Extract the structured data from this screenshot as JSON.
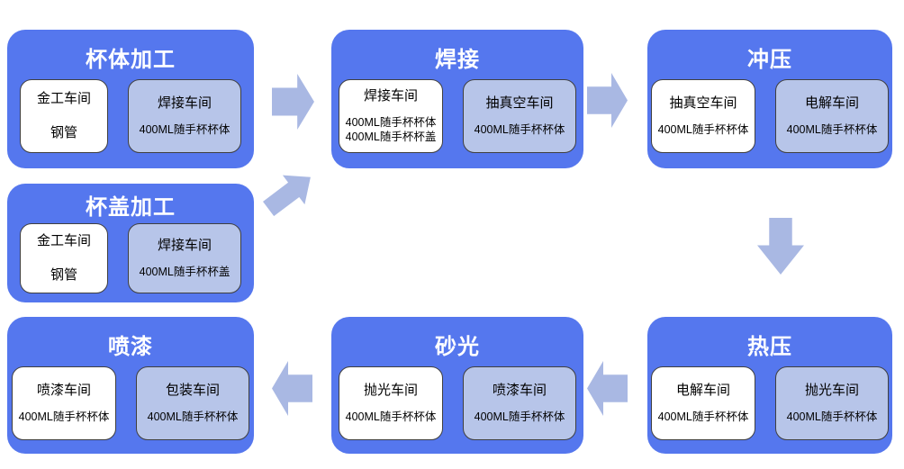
{
  "colors": {
    "node_fill": "#5577ee",
    "card_white_fill": "#ffffff",
    "card_light_fill": "#b7c5e9",
    "card_border": "#3f3f3f",
    "arrow_fill": "#a9b8e3",
    "title_color": "#ffffff",
    "text_color": "#000000"
  },
  "nodes": [
    {
      "id": "cup-body-processing",
      "title": "杯体加工",
      "cards": [
        {
          "title": "金工车间",
          "lines": [
            "钢管"
          ]
        },
        {
          "title": "焊接车间",
          "lines": [
            "400ML随手杯杯体"
          ]
        }
      ]
    },
    {
      "id": "welding",
      "title": "焊接",
      "cards": [
        {
          "title": "焊接车间",
          "lines": [
            "400ML随手杯杯体",
            "400ML随手杯杯盖"
          ]
        },
        {
          "title": "抽真空车间",
          "lines": [
            "400ML随手杯杯体"
          ]
        }
      ]
    },
    {
      "id": "stamping",
      "title": "冲压",
      "cards": [
        {
          "title": "抽真空车间",
          "lines": [
            "400ML随手杯杯体"
          ]
        },
        {
          "title": "电解车间",
          "lines": [
            "400ML随手杯杯体"
          ]
        }
      ]
    },
    {
      "id": "cup-lid-processing",
      "title": "杯盖加工",
      "cards": [
        {
          "title": "金工车间",
          "lines": [
            "钢管"
          ]
        },
        {
          "title": "焊接车间",
          "lines": [
            "400ML随手杯杯盖"
          ]
        }
      ]
    },
    {
      "id": "spray-painting",
      "title": "喷漆",
      "cards": [
        {
          "title": "喷漆车间",
          "lines": [
            "400ML随手杯杯体"
          ]
        },
        {
          "title": "包装车间",
          "lines": [
            "400ML随手杯杯体"
          ]
        }
      ]
    },
    {
      "id": "sanding",
      "title": "砂光",
      "cards": [
        {
          "title": "抛光车间",
          "lines": [
            "400ML随手杯杯体"
          ]
        },
        {
          "title": "喷漆车间",
          "lines": [
            "400ML随手杯杯体"
          ]
        }
      ]
    },
    {
      "id": "hot-pressing",
      "title": "热压",
      "cards": [
        {
          "title": "电解车间",
          "lines": [
            "400ML随手杯杯体"
          ]
        },
        {
          "title": "抛光车间",
          "lines": [
            "400ML随手杯杯体"
          ]
        }
      ]
    }
  ],
  "arrows": [
    {
      "id": "cup-body-to-welding",
      "direction": "right"
    },
    {
      "id": "cup-lid-to-welding",
      "direction": "up-right"
    },
    {
      "id": "welding-to-stamping",
      "direction": "right"
    },
    {
      "id": "stamping-to-hot-pressing",
      "direction": "down"
    },
    {
      "id": "hot-pressing-to-sanding",
      "direction": "left"
    },
    {
      "id": "sanding-to-spray-painting",
      "direction": "left"
    }
  ]
}
